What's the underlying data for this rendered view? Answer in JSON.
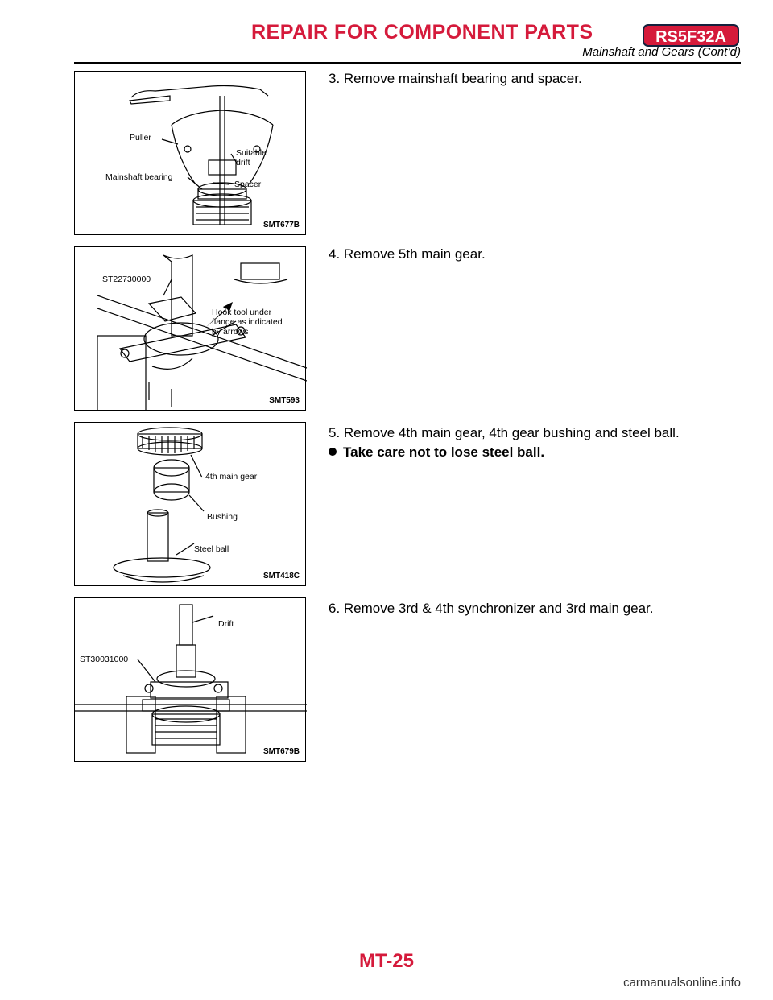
{
  "header": {
    "title": "REPAIR FOR COMPONENT PARTS",
    "model": "RS5F32A",
    "subtitle": "Mainshaft and Gears (Cont’d)"
  },
  "figures": [
    {
      "code": "SMT677B",
      "labels": [
        "Puller",
        "Suitable",
        "drift",
        "Mainshaft bearing",
        "Spacer"
      ]
    },
    {
      "code": "SMT593",
      "labels": [
        "ST22730000",
        "Hook tool under",
        "flange as indicated",
        "by arrows"
      ]
    },
    {
      "code": "SMT418C",
      "labels": [
        "4th main gear",
        "Bushing",
        "Steel ball"
      ]
    },
    {
      "code": "SMT679B",
      "labels": [
        "Drift",
        "ST30031000"
      ]
    }
  ],
  "steps": [
    "3.  Remove mainshaft bearing and spacer.",
    "4.  Remove 5th main gear.",
    "5.  Remove 4th main gear, 4th gear bushing and steel ball.",
    "6.  Remove 3rd & 4th synchronizer and 3rd main gear."
  ],
  "note": "Take care not to lose steel ball.",
  "footer": {
    "page": "MT-25",
    "watermark": "carmanualsonline.info"
  }
}
